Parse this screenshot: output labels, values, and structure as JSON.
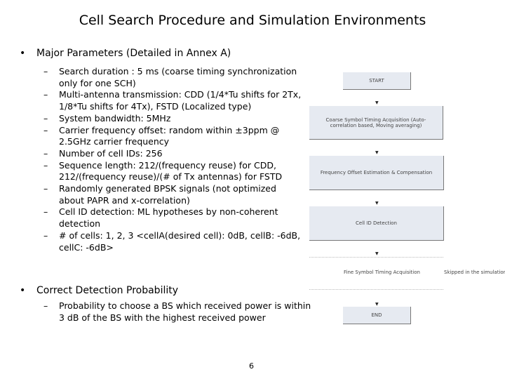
{
  "title": "Cell Search Procedure and Simulation Environments",
  "bullets": [
    {
      "label": "Major Parameters (Detailed in Annex A)",
      "items": [
        "Search duration : 5 ms (coarse timing synchronization only for one SCH)",
        "Multi-antenna transmission: CDD (1/4*Tu shifts for 2Tx, 1/8*Tu shifts for 4Tx), FSTD (Localized type)",
        "System bandwidth: 5MHz",
        "Carrier frequency offset: random within ±3ppm @ 2.5GHz carrier frequency",
        "Number of cell IDs: 256",
        "Sequence length: 212/(frequency reuse) for CDD, 212/(frequency reuse)/(# of Tx antennas) for FSTD",
        "Randomly generated BPSK signals (not optimized about PAPR and x-correlation)",
        "Cell ID detection: ML hypotheses by non-coherent detection",
        "# of cells: 1, 2, 3 <cellA(desired cell): 0dB, cellB: -6dB, cellC: -6dB>"
      ]
    },
    {
      "label": "Correct Detection Probability",
      "items": [
        "Probability to choose a BS which received power is within 3 dB of the BS with the highest received power"
      ]
    }
  ],
  "flowchart": {
    "start": "START",
    "coarse": "Coarse Symbol Timing Acquisition (Auto-correlation based, Moving averaging)",
    "freq": "Frequency Offset Estimation & Compensation",
    "cellid": "Cell ID Detection",
    "fine": "Fine Symbol Timing Acquisition",
    "skipped": "Skipped in the simulation",
    "end": "END"
  },
  "page_number": "6"
}
